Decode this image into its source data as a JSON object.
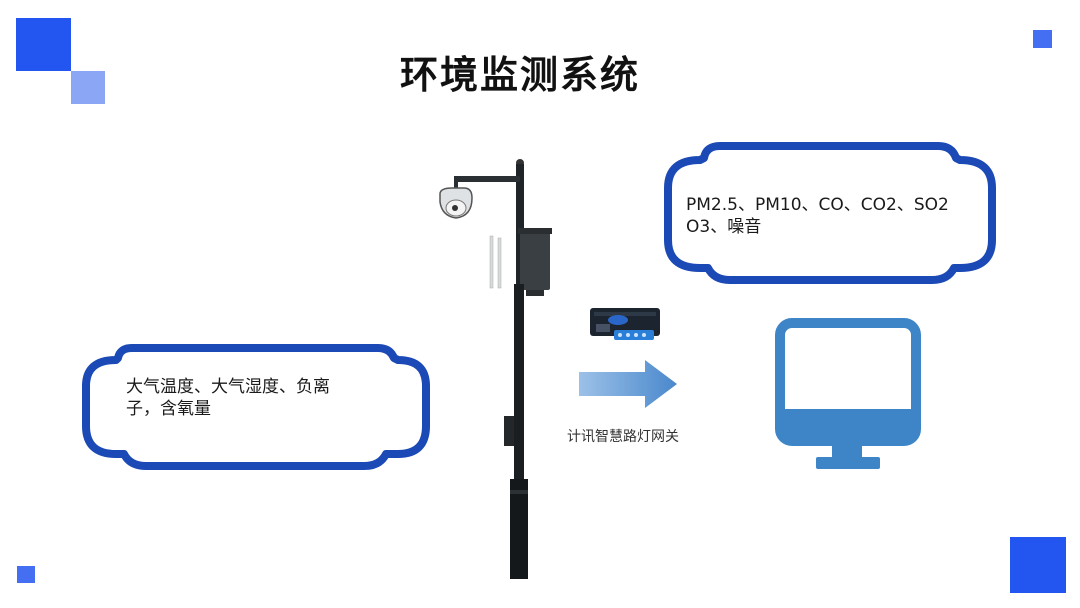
{
  "slide": {
    "title": "环境监测系统",
    "sensors_left": "大气温度、大气湿度、负离子，含氧量",
    "sensors_right_line1": "PM2.5、PM10、CO、CO2、SO2",
    "sensors_right_line2": "O3、噪音",
    "gateway_label": "计讯智慧路灯网关"
  },
  "colors": {
    "accent": "#2356f0",
    "accent_light": "#8aa6f5",
    "cloud_border": "#1b49b5",
    "arrow": "#5b9bd5",
    "monitor": "#3d85c6"
  }
}
